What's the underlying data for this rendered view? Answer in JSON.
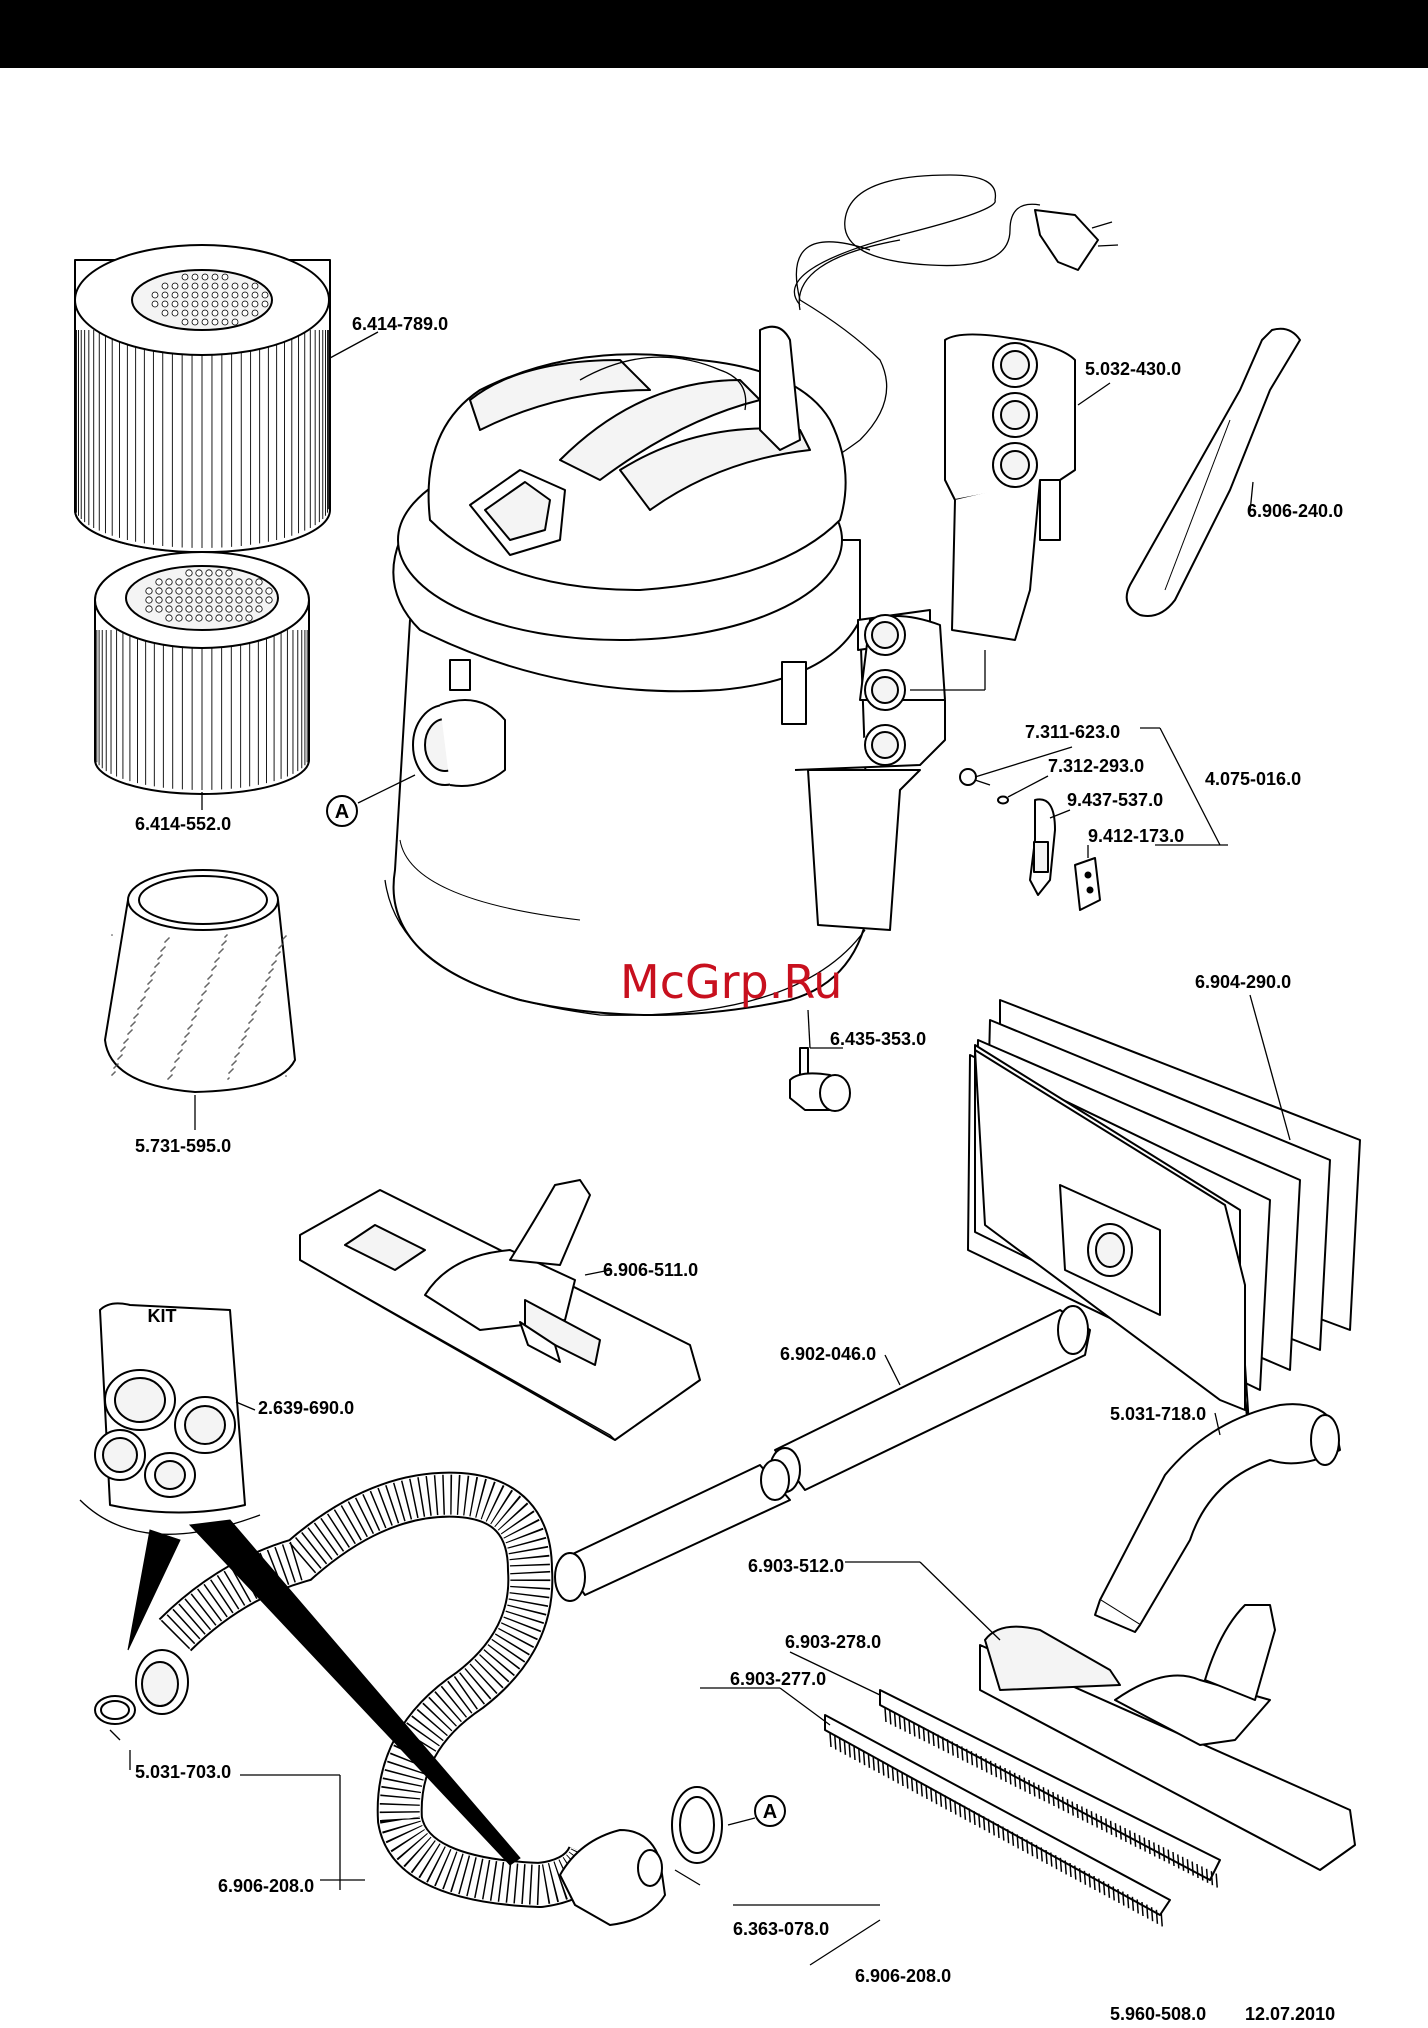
{
  "callout_letter": "A",
  "kit_label": "KIT",
  "watermark": "McGrp.Ru",
  "watermark_color": "#c8101e",
  "parts": [
    {
      "id": "p1",
      "number": "6.414-789.0"
    },
    {
      "id": "p2",
      "number": "6.414-552.0"
    },
    {
      "id": "p3",
      "number": "5.731-595.0"
    },
    {
      "id": "p4",
      "number": "5.032-430.0"
    },
    {
      "id": "p5",
      "number": "6.906-240.0"
    },
    {
      "id": "p6",
      "number": "7.311-623.0"
    },
    {
      "id": "p7",
      "number": "7.312-293.0"
    },
    {
      "id": "p8",
      "number": "4.075-016.0"
    },
    {
      "id": "p9",
      "number": "9.437-537.0"
    },
    {
      "id": "p10",
      "number": "9.412-173.0"
    },
    {
      "id": "p11",
      "number": "6.435-353.0"
    },
    {
      "id": "p12",
      "number": "6.904-290.0"
    },
    {
      "id": "p13",
      "number": "6.906-511.0"
    },
    {
      "id": "p14",
      "number": "2.639-690.0"
    },
    {
      "id": "p15",
      "number": "6.902-046.0"
    },
    {
      "id": "p16",
      "number": "5.031-718.0"
    },
    {
      "id": "p17",
      "number": "6.903-512.0"
    },
    {
      "id": "p18",
      "number": "6.903-278.0"
    },
    {
      "id": "p19",
      "number": "6.903-277.0"
    },
    {
      "id": "p20",
      "number": "5.031-703.0"
    },
    {
      "id": "p21",
      "number": "6.906-208.0"
    },
    {
      "id": "p22",
      "number": "6.363-078.0"
    },
    {
      "id": "p23",
      "number": "6.906-208.0"
    }
  ],
  "footer": {
    "doc_number": "5.960-508.0",
    "date": "12.07.2010"
  }
}
